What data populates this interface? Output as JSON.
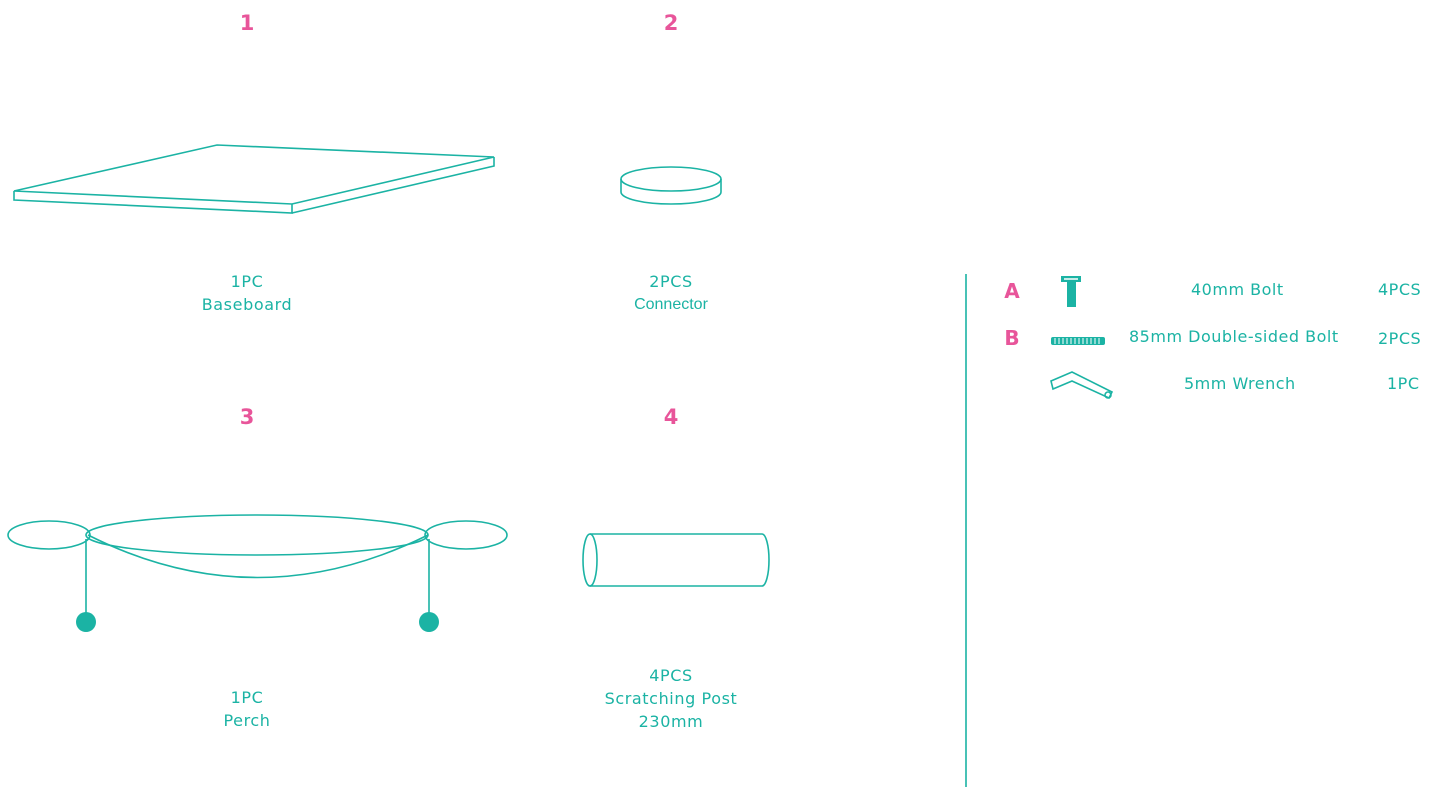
{
  "parts": [
    {
      "number": "1",
      "qty": "1PC",
      "name": "Baseboard"
    },
    {
      "number": "2",
      "qty": "2PCS",
      "name": "Connector"
    },
    {
      "number": "3",
      "qty": "1PC",
      "name": "Perch"
    },
    {
      "number": "4",
      "qty": "4PCS",
      "name": "Scratching Post",
      "size": "230mm"
    }
  ],
  "hardware": [
    {
      "letter": "A",
      "icon": "bolt-icon",
      "name": "40mm Bolt",
      "qty": "4PCS"
    },
    {
      "letter": "B",
      "icon": "double-sided-bolt-icon",
      "name": "85mm Double-sided Bolt",
      "qty": "2PCS"
    },
    {
      "letter": "",
      "icon": "wrench-icon",
      "name": "5mm Wrench",
      "qty": "1PC"
    }
  ],
  "colors": {
    "accent": "#1bb3a4",
    "number": "#e8559a"
  }
}
